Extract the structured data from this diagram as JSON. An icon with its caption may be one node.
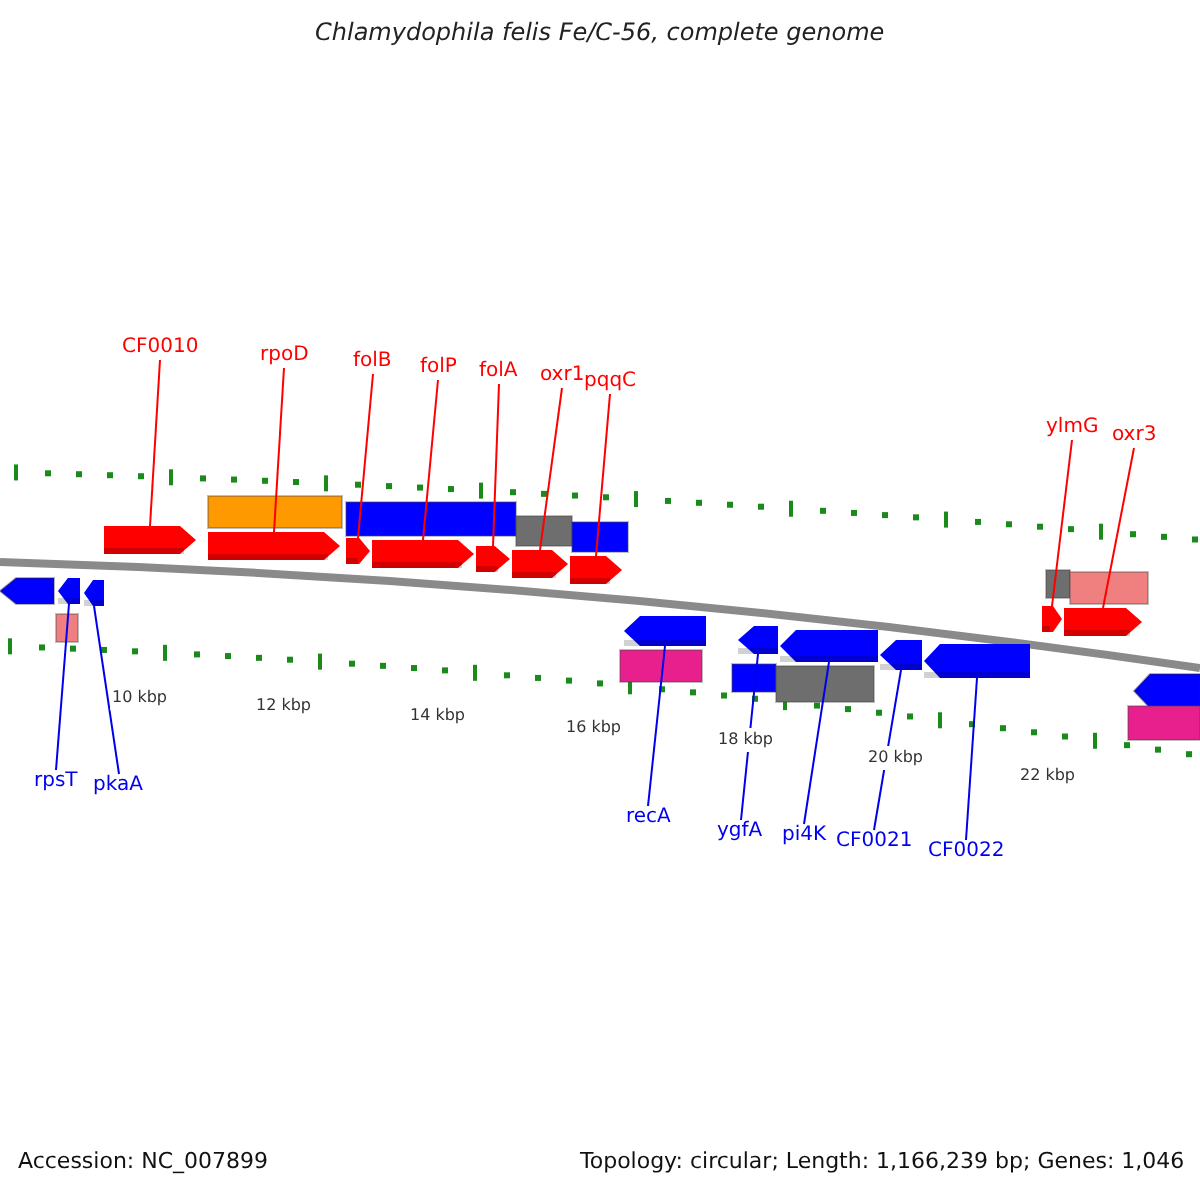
{
  "diagram": {
    "title": "Chlamydophila felis Fe/C-56, complete genome",
    "nodes": [
      {
        "text": [
          "CF0010"
        ]
      },
      {
        "text": [],
        "shape": "arrow"
      },
      {
        "text": [
          "rpoD"
        ]
      },
      {
        "text": [],
        "shape": "arrow"
      },
      {
        "text": [
          "folB"
        ]
      },
      {
        "text": [],
        "shape": "arrow"
      },
      {
        "text": [
          "folP"
        ]
      },
      {
        "text": [],
        "shape": "arrow"
      },
      {
        "text": [
          "folA"
        ]
      },
      {
        "text": [],
        "shape": "arrow"
      },
      {
        "text": [
          "oxr1"
        ]
      },
      {
        "text": [],
        "shape": "arrow"
      },
      {
        "text": [
          "pqqC"
        ]
      },
      {
        "text": [],
        "shape": "arrow"
      },
      {
        "text": [
          "ylmG"
        ]
      },
      {
        "text": [],
        "shape": "arrow"
      },
      {
        "text": [
          "oxr3"
        ]
      },
      {
        "text": [],
        "shape": "arrow"
      },
      {
        "text": [
          "rpsT"
        ]
      },
      {
        "text": [],
        "shape": "arrow"
      },
      {
        "text": [
          "pkaA"
        ]
      },
      {
        "text": [],
        "shape": "arrow"
      },
      {
        "text": [
          "recA"
        ]
      },
      {
        "text": [],
        "shape": "arrow"
      },
      {
        "text": [
          "ygfA"
        ]
      },
      {
        "text": [],
        "shape": "arrow"
      },
      {
        "text": [
          "pi4K"
        ]
      },
      {
        "text": [],
        "shape": "arrow"
      },
      {
        "text": [
          "CF0021"
        ]
      },
      {
        "text": [],
        "shape": "arrow"
      },
      {
        "text": [
          "CF0022"
        ]
      },
      {
        "text": [],
        "shape": "arrow"
      }
    ],
    "edges": [
      {
        "from": 0,
        "to": 1,
        "arrow": "none"
      },
      {
        "from": 2,
        "to": 3,
        "arrow": "none"
      },
      {
        "from": 4,
        "to": 5,
        "arrow": "none"
      },
      {
        "from": 6,
        "to": 7,
        "arrow": "none"
      },
      {
        "from": 8,
        "to": 9,
        "arrow": "none"
      },
      {
        "from": 10,
        "to": 11,
        "arrow": "none"
      },
      {
        "from": 12,
        "to": 13,
        "arrow": "none"
      },
      {
        "from": 14,
        "to": 15,
        "arrow": "none"
      },
      {
        "from": 16,
        "to": 17,
        "arrow": "none"
      },
      {
        "from": 18,
        "to": 19,
        "arrow": "none",
        "color": "#0000ee"
      },
      {
        "from": 20,
        "to": 21,
        "arrow": "none",
        "color": "#0000ee"
      },
      {
        "from": 22,
        "to": 23,
        "arrow": "none",
        "color": "#0000ee"
      },
      {
        "from": 24,
        "to": 25,
        "arrow": "none",
        "color": "#0000ee"
      },
      {
        "from": 26,
        "to": 27,
        "arrow": "none",
        "color": "#0000ee"
      },
      {
        "from": 28,
        "to": 29,
        "arrow": "none",
        "color": "#0000ee"
      },
      {
        "from": 30,
        "to": 31,
        "arrow": "none",
        "color": "#0000ee"
      }
    ],
    "labels": [
      "10 kbp",
      "12 kbp",
      "14 kbp",
      "16 kbp",
      "18 kbp",
      "20 kbp",
      "22 kbp",
      "Accession: NC_007899",
      "Topology: circular; Length: 1,166,239 bp; Genes: 1,046"
    ]
  }
}
